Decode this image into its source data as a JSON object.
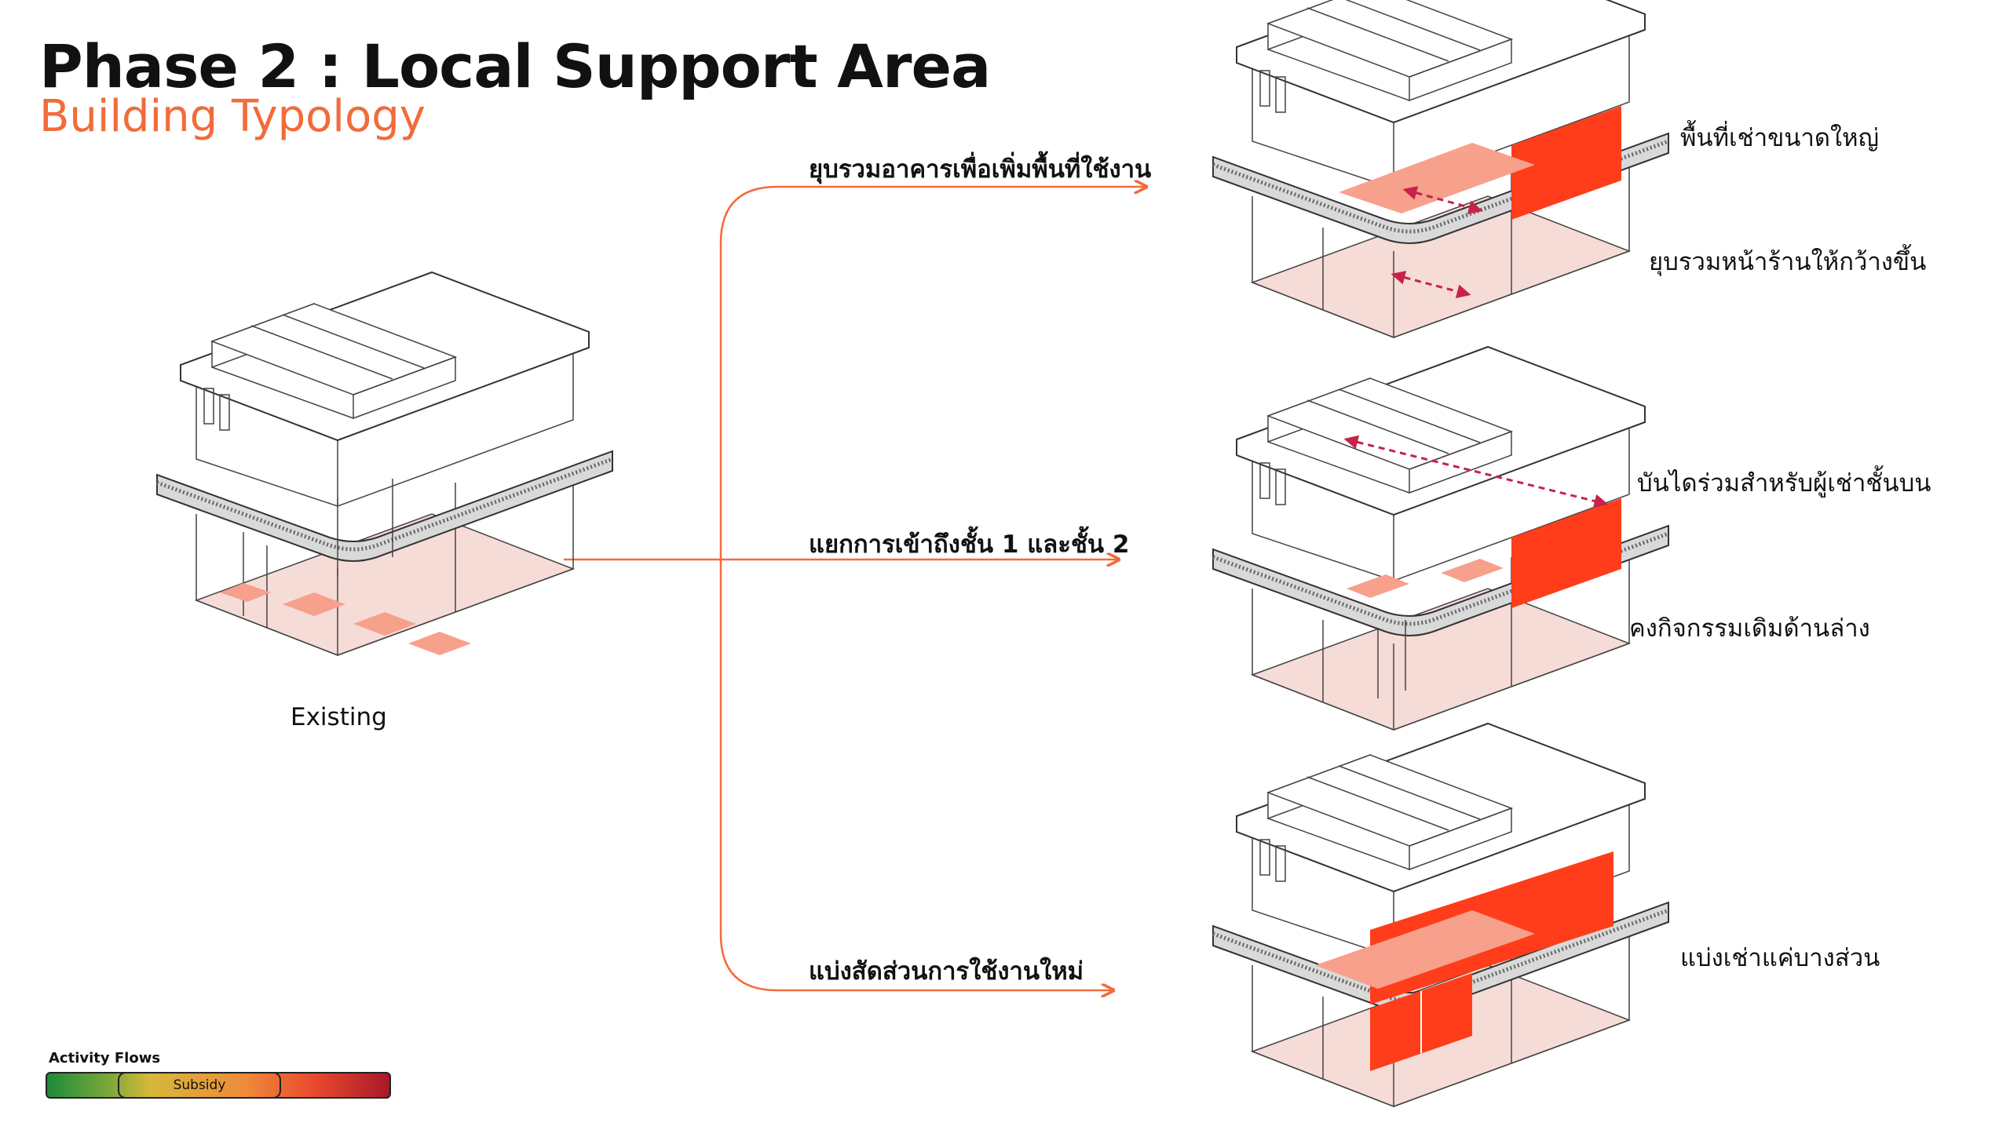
{
  "header": {
    "title": "Phase 2 : Local Support Area",
    "subtitle": "Building Typology"
  },
  "existing": {
    "label": "Existing"
  },
  "branches": [
    {
      "label": "ยุบรวมอาคารเพื่อเพิ่มพื้นที่ใช้งาน",
      "annotations": [
        "พื้นที่เช่าขนาดใหญ่",
        "ยุบรวมหน้าร้านให้กว้างขึ้น"
      ]
    },
    {
      "label": "แยกการเข้าถึงชั้น 1 และชั้น 2",
      "annotations": [
        "บันไดร่วมสำหรับผู้เช่าชั้นบน",
        "คงกิจกรรมเดิมด้านล่าง"
      ]
    },
    {
      "label": "แบ่งสัดส่วนการใช้งานใหม่",
      "annotations": [
        "แบ่งเช่าแค่บางส่วน"
      ]
    }
  ],
  "legend": {
    "title": "Activity Flows",
    "highlight_label": "Subsidy",
    "gradient_colors": [
      "#1f8a3a",
      "#d7b83a",
      "#ee8a3a",
      "#e94a2e",
      "#a8182a"
    ]
  },
  "colors": {
    "accent": "#f26b3a",
    "highlight_red": "#ff3d1a",
    "highlight_pink": "#f7a08c",
    "floor_pink": "#f6dcd6",
    "dashed_arrow": "#c8224a"
  }
}
